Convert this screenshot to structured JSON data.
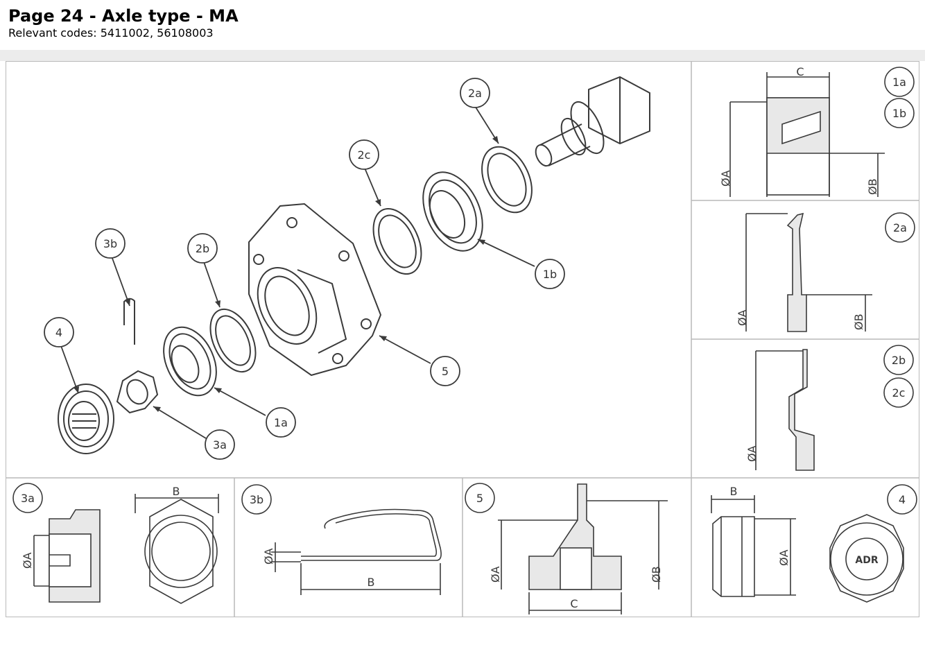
{
  "header": {
    "title": "Page 24 - Axle type - MA",
    "subtitle": "Relevant codes: 5411002, 56108003"
  },
  "main_diagram": {
    "callouts": [
      "2a",
      "2c",
      "3b",
      "2b",
      "4",
      "1b",
      "5",
      "1a",
      "3a"
    ]
  },
  "details": {
    "d1": {
      "badges": [
        "1a",
        "1b"
      ],
      "dims": [
        "C",
        "ØA",
        "ØB"
      ]
    },
    "d2": {
      "badges": [
        "2a"
      ],
      "dims": [
        "ØA",
        "ØB"
      ]
    },
    "d3": {
      "badges": [
        "2b",
        "2c"
      ],
      "dims": [
        "ØA"
      ]
    },
    "d4": {
      "badges": [
        "3a"
      ],
      "dims": [
        "B",
        "ØA"
      ]
    },
    "d5": {
      "badges": [
        "3b"
      ],
      "dims": [
        "ØA",
        "B"
      ]
    },
    "d6": {
      "badges": [
        "5"
      ],
      "dims": [
        "ØA",
        "ØB",
        "C"
      ]
    },
    "d7": {
      "badges": [
        "4"
      ],
      "dims": [
        "B",
        "ØA"
      ],
      "logo": "ADR"
    }
  },
  "colors": {
    "line": "#3a3a3a",
    "border": "#b9b9b9",
    "band": "#ececec"
  }
}
